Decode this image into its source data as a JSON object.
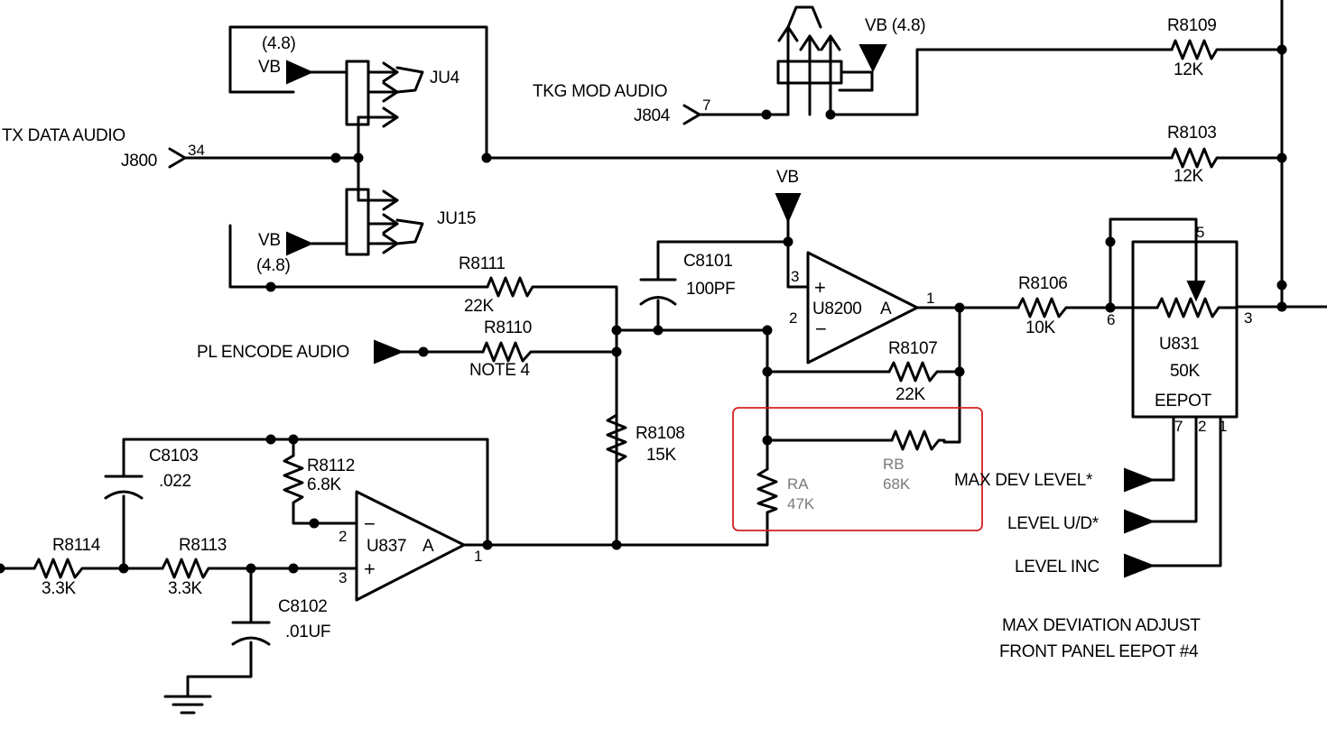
{
  "labels": {
    "tx_data_audio": "TX DATA AUDIO",
    "j800": "J800",
    "j800_pin": "34",
    "ju4": "JU4",
    "ju15": "JU15",
    "vb_48_top_val": "(4.8)",
    "vb_top": "VB",
    "vb_mid": "VB",
    "vb_48_mid_val": "(4.8)",
    "tkg_mod_audio": "TKG MOD AUDIO",
    "j804": "J804",
    "j804_pin": "7",
    "vb_48_right": "VB (4.8)",
    "vb_opamp": "VB",
    "pl_encode_audio": "PL ENCODE AUDIO",
    "max_dev_level": "MAX DEV LEVEL*",
    "level_ud": "LEVEL U/D*",
    "level_inc": "LEVEL INC",
    "footnote_line1": "MAX DEVIATION ADJUST",
    "footnote_line2": "FRONT PANEL EEPOT #4"
  },
  "components": {
    "r8109": {
      "name": "R8109",
      "value": "12K"
    },
    "r8103": {
      "name": "R8103",
      "value": "12K"
    },
    "r8111": {
      "name": "R8111",
      "value": "22K"
    },
    "r8110": {
      "name": "R8110",
      "value": "NOTE 4"
    },
    "c8101": {
      "name": "C8101",
      "value": "100PF"
    },
    "r8106": {
      "name": "R8106",
      "value": "10K"
    },
    "r8107": {
      "name": "R8107",
      "value": "22K"
    },
    "r8108": {
      "name": "R8108",
      "value": "15K"
    },
    "c8103": {
      "name": "C8103",
      "value": ".022"
    },
    "r8112": {
      "name": "R8112",
      "value": "6.8K"
    },
    "r8114": {
      "name": "R8114",
      "value": "3.3K"
    },
    "r8113": {
      "name": "R8113",
      "value": "3.3K"
    },
    "c8102": {
      "name": "C8102",
      "value": ".01UF"
    },
    "ra": {
      "name": "RA",
      "value": "47K"
    },
    "rb": {
      "name": "RB",
      "value": "68K"
    }
  },
  "opamps": {
    "u8200": {
      "name": "U8200",
      "unit": "A",
      "plus": "+",
      "minus": "−",
      "pin_plus": "3",
      "pin_minus": "2",
      "pin_out": "1"
    },
    "u837": {
      "name": "U837",
      "unit": "A",
      "plus": "+",
      "minus": "−",
      "pin_plus": "3",
      "pin_minus": "2",
      "pin_out": "1"
    }
  },
  "eepot": {
    "name": "U831",
    "value": "50K",
    "type": "EEPOT",
    "pin_wiper": "5",
    "pin_left": "6",
    "pin_right": "3",
    "pin_7": "7",
    "pin_2": "2",
    "pin_1": "1"
  }
}
